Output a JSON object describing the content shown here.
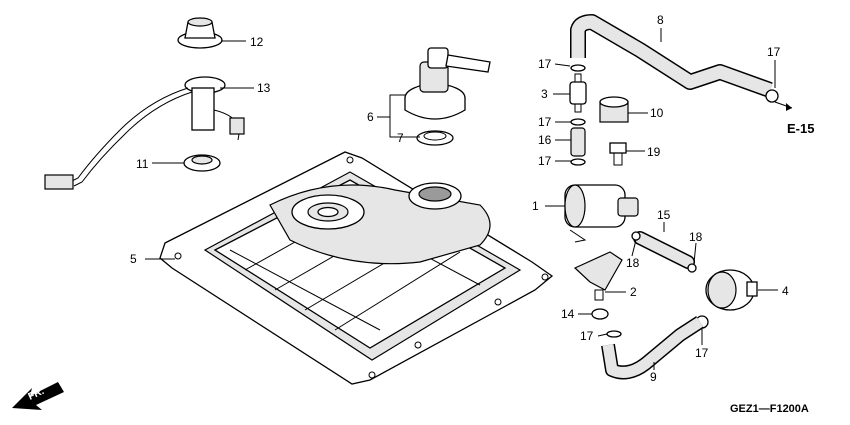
{
  "diagram": {
    "callouts": {
      "c1": "1",
      "c2": "2",
      "c3": "3",
      "c4": "4",
      "c5": "5",
      "c6": "6",
      "c7": "7",
      "c8": "8",
      "c9": "9",
      "c10": "10",
      "c11": "11",
      "c12": "12",
      "c13": "13",
      "c14": "14",
      "c15": "15",
      "c16": "16",
      "c17a": "17",
      "c17b": "17",
      "c17c": "17",
      "c17d": "17",
      "c17e": "17",
      "c17f": "17",
      "c18a": "18",
      "c18b": "18",
      "c19": "19"
    },
    "reference": "E-15",
    "direction": "FR.",
    "figure_code": "GEZ1—F1200A"
  }
}
